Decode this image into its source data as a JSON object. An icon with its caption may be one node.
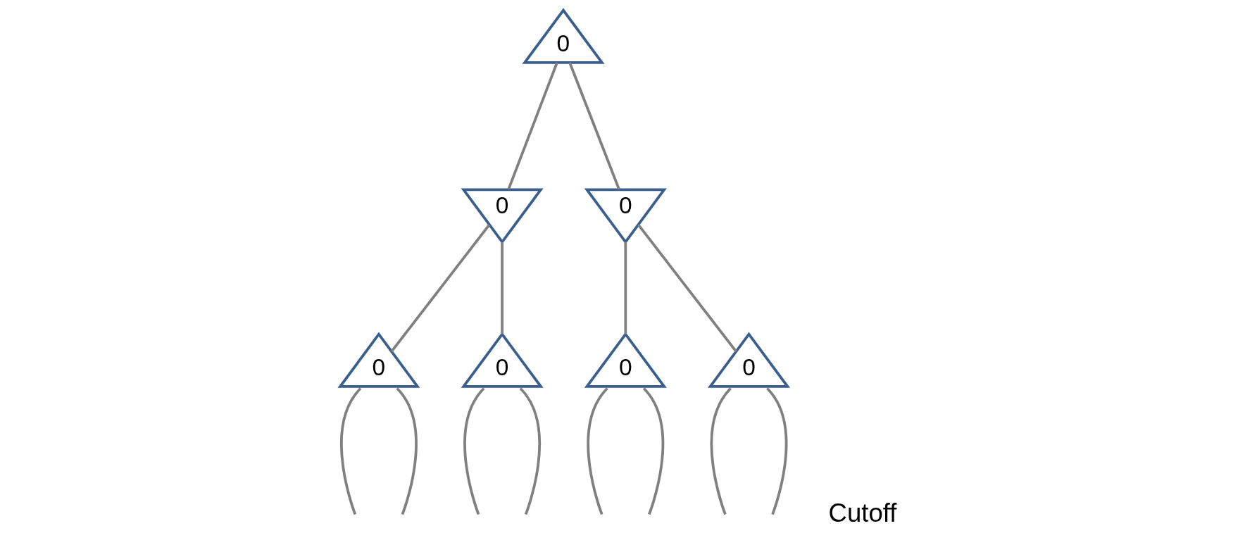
{
  "diagram": {
    "nodes": [
      {
        "text": [
          "0"
        ]
      },
      {
        "text": [
          "0"
        ]
      },
      {
        "text": [
          "0"
        ]
      },
      {
        "text": [
          "0"
        ]
      },
      {
        "text": [
          "0"
        ]
      },
      {
        "text": [
          "0"
        ]
      },
      {
        "text": [
          "0"
        ]
      }
    ],
    "edges": [
      {
        "from": 0,
        "to": 1,
        "arrow": "none"
      },
      {
        "from": 0,
        "to": 2,
        "arrow": "none"
      },
      {
        "from": 1,
        "to": 3,
        "arrow": "none"
      },
      {
        "from": 1,
        "to": 4,
        "arrow": "none"
      },
      {
        "from": 2,
        "to": 5,
        "arrow": "none"
      },
      {
        "from": 2,
        "to": 6,
        "arrow": "none"
      },
      {
        "from": 3,
        "to": null,
        "arrow": "none"
      },
      {
        "from": 3,
        "to": null,
        "arrow": "none"
      },
      {
        "from": 4,
        "to": null,
        "arrow": "none"
      },
      {
        "from": 4,
        "to": null,
        "arrow": "none"
      },
      {
        "from": 5,
        "to": null,
        "arrow": "none"
      },
      {
        "from": 5,
        "to": null,
        "arrow": "none"
      },
      {
        "from": 6,
        "to": null,
        "arrow": "none"
      },
      {
        "from": 6,
        "to": null,
        "arrow": "none"
      }
    ],
    "labels": [
      "Cutoff"
    ]
  }
}
